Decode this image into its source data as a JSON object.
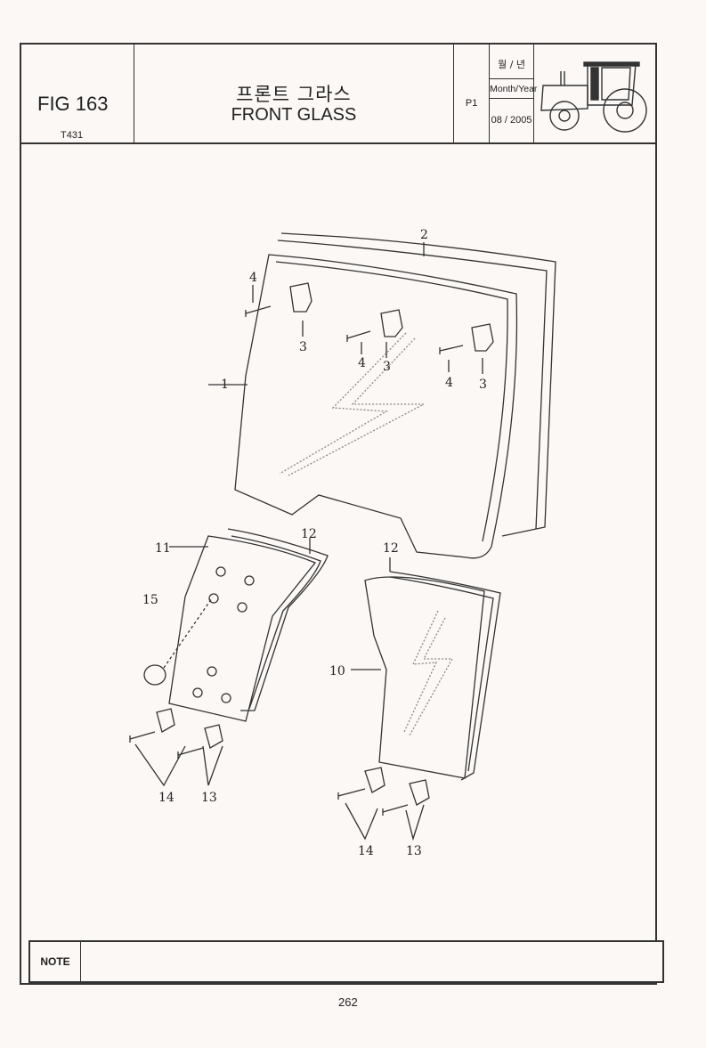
{
  "header": {
    "fig_number": "FIG 163",
    "model": "T431",
    "title_korean": "프론트 그라스",
    "title_english": "FRONT GLASS",
    "page_id": "P1",
    "date_label_korean": "월 / 년",
    "date_label_english": "Month/Year",
    "date_value": "08 / 2005",
    "logo_icon": "tractor-icon"
  },
  "diagram": {
    "callouts": [
      "1",
      "2",
      "3",
      "3",
      "3",
      "4",
      "4",
      "4",
      "10",
      "11",
      "12",
      "12",
      "13",
      "13",
      "14",
      "14",
      "15"
    ]
  },
  "note": {
    "label": "NOTE"
  },
  "page_number": "262"
}
